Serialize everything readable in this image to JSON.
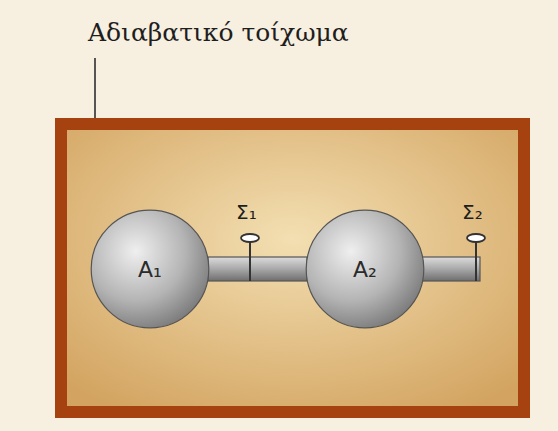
{
  "diagram": {
    "nodes": [
      {
        "text": [
          "A₁"
        ]
      },
      {
        "text": [
          "A₂"
        ]
      }
    ],
    "edges": [
      {
        "from": 0,
        "to": 1,
        "arrow": "none"
      }
    ],
    "labels": [
      "Αδιαβατικό τοίχωμα",
      "Σ₁",
      "Σ₂"
    ]
  }
}
